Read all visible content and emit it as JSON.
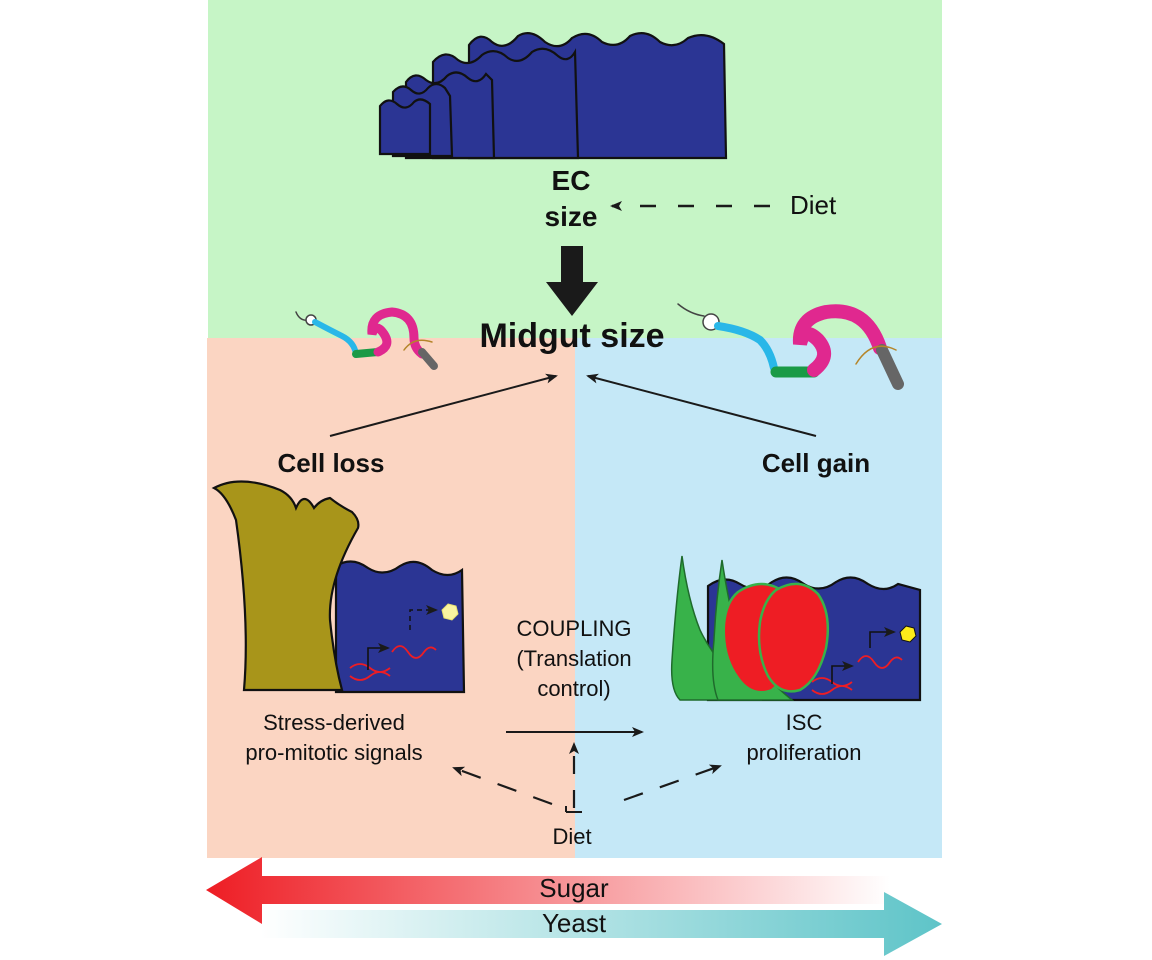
{
  "panels": {
    "top_bg": "#c6f5c6",
    "loss_bg": "#fbd5c2",
    "gain_bg": "#c5e8f7"
  },
  "labels": {
    "ec_size_line1": "EC",
    "ec_size_line2": "size",
    "diet_top": "Diet",
    "midgut_size": "Midgut size",
    "cell_loss": "Cell loss",
    "cell_gain": "Cell gain",
    "coupling_line1": "COUPLING",
    "coupling_line2": "(Translation",
    "coupling_line3": "control)",
    "stress_line1": "Stress-derived",
    "stress_line2": "pro-mitotic signals",
    "isc_line1": "ISC",
    "isc_line2": "proliferation",
    "diet_bottom": "Diet",
    "sugar": "Sugar",
    "yeast": "Yeast"
  },
  "colors": {
    "enterocyte": "#2b3594",
    "dying_cell": "#a8951a",
    "isc_green": "#38b24a",
    "isc_red": "#ee1d24",
    "sugar_arrow": "#ee2e3a",
    "yeast_arrow": "#5ec4c8",
    "gut_pink": "#e0288f",
    "gut_cyan": "#29b7e8",
    "gut_green": "#1a9a46"
  }
}
